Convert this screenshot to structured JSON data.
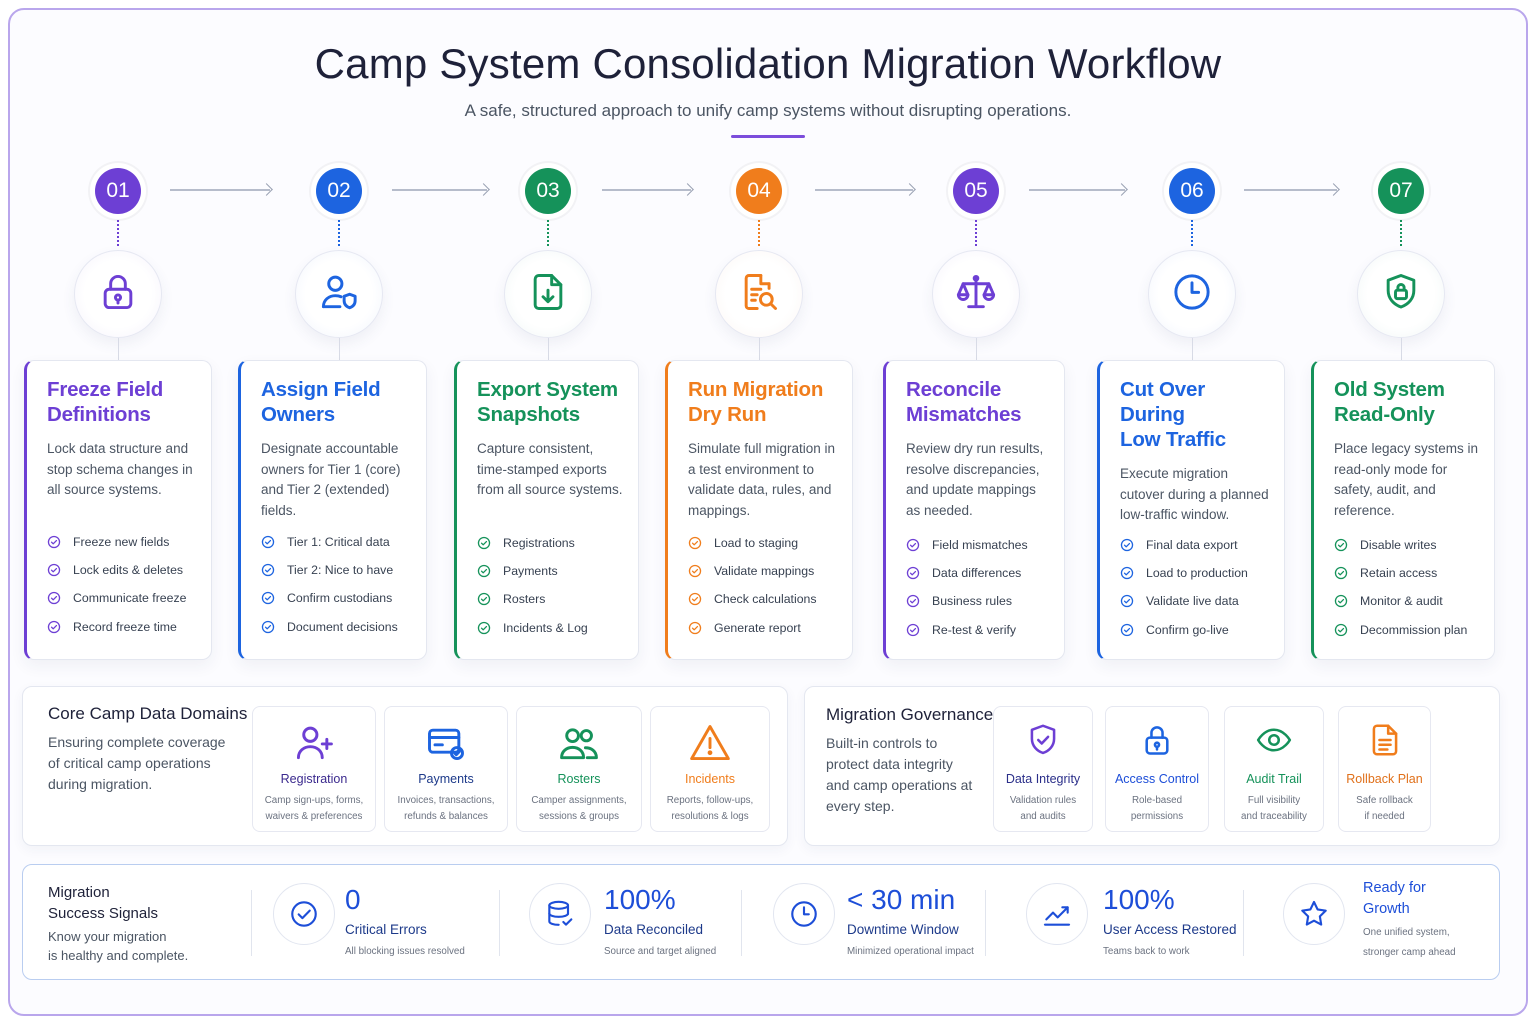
{
  "header": {
    "title": "Camp System Consolidation Migration Workflow",
    "subtitle": "A safe, structured approach to unify camp systems without disrupting operations."
  },
  "colors": {
    "purple": "#6d3fd4",
    "blue": "#1d64e0",
    "green": "#15925a",
    "orange": "#f07d1c"
  },
  "steps": [
    {
      "number": "01",
      "color": "#6d3fd4",
      "icon": "lock-icon",
      "title_line1": "Freeze Field",
      "title_line2": "Definitions",
      "desc": "Lock data structure and stop schema changes in all source systems.",
      "checks": [
        "Freeze new fields",
        "Lock edits & deletes",
        "Communicate freeze",
        "Record freeze time"
      ]
    },
    {
      "number": "02",
      "color": "#1d64e0",
      "icon": "user-shield-icon",
      "title_line1": "Assign Field",
      "title_line2": "Owners",
      "desc": "Designate accountable owners for Tier 1 (core) and Tier 2 (extended) fields.",
      "checks": [
        "Tier 1: Critical data",
        "Tier 2: Nice to have",
        "Confirm custodians",
        "Document decisions"
      ]
    },
    {
      "number": "03",
      "color": "#15925a",
      "icon": "file-download-icon",
      "title_line1": "Export System",
      "title_line2": "Snapshots",
      "desc": "Capture consistent, time-stamped exports from all source systems.",
      "checks": [
        "Registrations",
        "Payments",
        "Rosters",
        "Incidents & Log"
      ]
    },
    {
      "number": "04",
      "color": "#f07d1c",
      "icon": "document-search-icon",
      "title_line1": "Run Migration",
      "title_line2": "Dry Run",
      "desc": "Simulate full migration in a test environment to validate data, rules, and mappings.",
      "checks": [
        "Load to staging",
        "Validate mappings",
        "Check calculations",
        "Generate report"
      ]
    },
    {
      "number": "05",
      "color": "#6d3fd4",
      "icon": "scales-icon",
      "title_line1": "Reconcile",
      "title_line2": "Mismatches",
      "desc": "Review dry run results, resolve discrepancies, and update mappings as needed.",
      "checks": [
        "Field mismatches",
        "Data differences",
        "Business rules",
        "Re-test & verify"
      ]
    },
    {
      "number": "06",
      "color": "#1d64e0",
      "icon": "clock-icon",
      "title_line1": "Cut Over During",
      "title_line2": "Low Traffic",
      "desc": "Execute migration cutover during a planned low-traffic window.",
      "checks": [
        "Final data export",
        "Load to production",
        "Validate live data",
        "Confirm go-live"
      ]
    },
    {
      "number": "07",
      "color": "#15925a",
      "icon": "shield-lock-icon",
      "title_line1": "Old System",
      "title_line2": "Read-Only",
      "desc": "Place legacy systems in read-only mode for safety, audit, and reference.",
      "checks": [
        "Disable writes",
        "Retain access",
        "Monitor & audit",
        "Decommission plan"
      ]
    }
  ],
  "domains": {
    "title": "Core Camp Data Domains",
    "desc": "Ensuring complete coverage of critical camp operations during migration.",
    "tiles": [
      {
        "title": "Registration",
        "desc_line1": "Camp sign-ups, forms,",
        "desc_line2": "waivers & preferences",
        "color": "#6d3fd4"
      },
      {
        "title": "Payments",
        "desc_line1": "Invoices, transactions,",
        "desc_line2": "refunds & balances",
        "color": "#1d64e0"
      },
      {
        "title": "Rosters",
        "desc_line1": "Camper assignments,",
        "desc_line2": "sessions & groups",
        "color": "#15925a"
      },
      {
        "title": "Incidents",
        "desc_line1": "Reports, follow-ups,",
        "desc_line2": "resolutions & logs",
        "color": "#f07d1c"
      }
    ]
  },
  "governance": {
    "title": "Migration Governance",
    "desc": "Built-in controls to protect data integrity and camp operations at every step.",
    "tiles": [
      {
        "title": "Data Integrity",
        "desc_line1": "Validation rules",
        "desc_line2": "and audits",
        "color": "#6d3fd4"
      },
      {
        "title": "Access Control",
        "desc_line1": "Role-based",
        "desc_line2": "permissions",
        "color": "#1d64e0"
      },
      {
        "title": "Audit Trail",
        "desc_line1": "Full visibility",
        "desc_line2": "and traceability",
        "color": "#15925a"
      },
      {
        "title": "Rollback Plan",
        "desc_line1": "Safe rollback",
        "desc_line2": "if needed",
        "color": "#f07d1c"
      }
    ]
  },
  "signals": {
    "title_line1": "Migration",
    "title_line2": "Success Signals",
    "desc_line1": "Know your migration",
    "desc_line2": "is healthy and complete.",
    "items": [
      {
        "value": "0",
        "label": "Critical Errors",
        "sub": "All blocking issues resolved"
      },
      {
        "value": "100%",
        "label": "Data Reconciled",
        "sub": "Source and target aligned"
      },
      {
        "value": "< 30 min",
        "label": "Downtime Window",
        "sub": "Minimized operational impact"
      },
      {
        "value": "100%",
        "label": "User Access Restored",
        "sub": "Teams back to work"
      }
    ],
    "final": {
      "title_line1": "Ready for",
      "title_line2": "Growth",
      "desc_line1": "One unified system,",
      "desc_line2": "stronger camp ahead"
    }
  }
}
